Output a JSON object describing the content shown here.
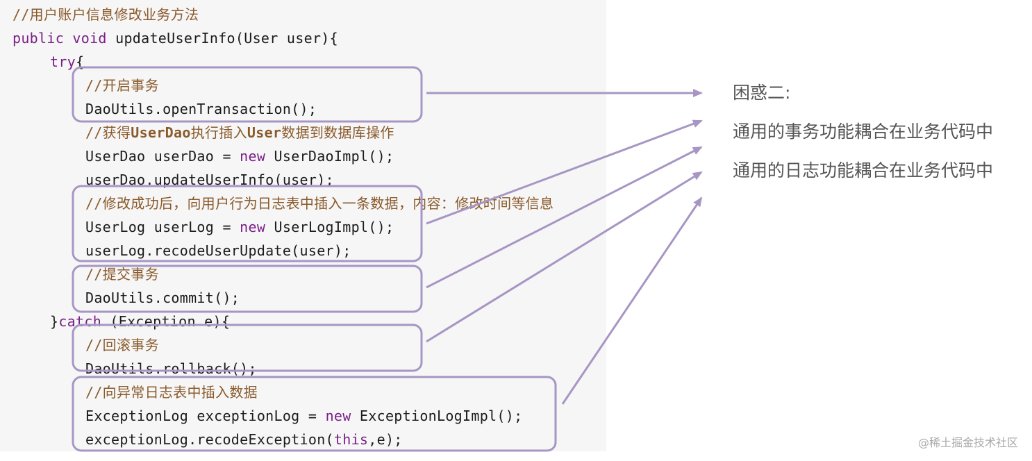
{
  "code": {
    "lines": [
      {
        "tokens": [
          {
            "t": "//用户账户信息修改业务方法",
            "c": "comment"
          }
        ]
      },
      {
        "tokens": [
          {
            "t": "public",
            "c": "keyword"
          },
          {
            "t": " ",
            "c": "plain"
          },
          {
            "t": "void",
            "c": "keyword"
          },
          {
            "t": " updateUserInfo(User user){",
            "c": "plain"
          }
        ]
      },
      {
        "tokens": [
          {
            "t": "try",
            "c": "keyword"
          },
          {
            "t": "{",
            "c": "plain"
          }
        ]
      },
      {
        "tokens": [
          {
            "t": "//开启事务",
            "c": "comment"
          }
        ]
      },
      {
        "tokens": [
          {
            "t": "DaoUtils.openTransaction();",
            "c": "plain"
          }
        ]
      },
      {
        "tokens": [
          {
            "t": "//获得",
            "c": "comment"
          },
          {
            "t": "UserDao",
            "c": "highlight"
          },
          {
            "t": "执行插入",
            "c": "comment"
          },
          {
            "t": "User",
            "c": "highlight"
          },
          {
            "t": "数据到数据库操作",
            "c": "comment"
          }
        ]
      },
      {
        "tokens": [
          {
            "t": "UserDao userDao = ",
            "c": "plain"
          },
          {
            "t": "new",
            "c": "keyword"
          },
          {
            "t": " UserDaoImpl();",
            "c": "plain"
          }
        ]
      },
      {
        "tokens": [
          {
            "t": "userDao.updateUserInfo(user);",
            "c": "plain"
          }
        ]
      },
      {
        "tokens": [
          {
            "t": "//修改成功后，向用户行为日志表中插入一条数据，内容：修改时间等信息",
            "c": "comment"
          }
        ]
      },
      {
        "tokens": [
          {
            "t": "UserLog userLog = ",
            "c": "plain"
          },
          {
            "t": "new",
            "c": "keyword"
          },
          {
            "t": " UserLogImpl();",
            "c": "plain"
          }
        ]
      },
      {
        "tokens": [
          {
            "t": "userLog.recodeUserUpdate(user);",
            "c": "plain"
          }
        ]
      },
      {
        "tokens": [
          {
            "t": "//提交事务",
            "c": "comment"
          }
        ]
      },
      {
        "tokens": [
          {
            "t": "DaoUtils.commit();",
            "c": "plain"
          }
        ]
      },
      {
        "tokens": [
          {
            "t": "}",
            "c": "plain"
          },
          {
            "t": "catch",
            "c": "keyword"
          },
          {
            "t": " (Exception e){",
            "c": "plain"
          }
        ]
      },
      {
        "tokens": [
          {
            "t": "//回滚事务",
            "c": "comment"
          }
        ]
      },
      {
        "tokens": [
          {
            "t": "DaoUtils.rollback();",
            "c": "plain"
          }
        ]
      },
      {
        "tokens": [
          {
            "t": "//向异常日志表中插入数据",
            "c": "comment"
          }
        ]
      },
      {
        "tokens": [
          {
            "t": "ExceptionLog exceptionLog = ",
            "c": "plain"
          },
          {
            "t": "new",
            "c": "keyword"
          },
          {
            "t": " ExceptionLogImpl();",
            "c": "plain"
          }
        ]
      },
      {
        "tokens": [
          {
            "t": "exceptionLog.recodeException(",
            "c": "plain"
          },
          {
            "t": "this",
            "c": "keyword"
          },
          {
            "t": ",e);",
            "c": "plain"
          }
        ]
      }
    ]
  },
  "annotation": {
    "heading": "困惑二:",
    "point_1": "通用的事务功能耦合在业务代码中",
    "point_2": "通用的日志功能耦合在业务代码中"
  },
  "colors": {
    "box_border": "#a796c4",
    "arrow": "#a796c4",
    "comment": "#8a5a2b",
    "keyword": "#7b1f88"
  },
  "watermark": "@稀土掘金技术社区"
}
